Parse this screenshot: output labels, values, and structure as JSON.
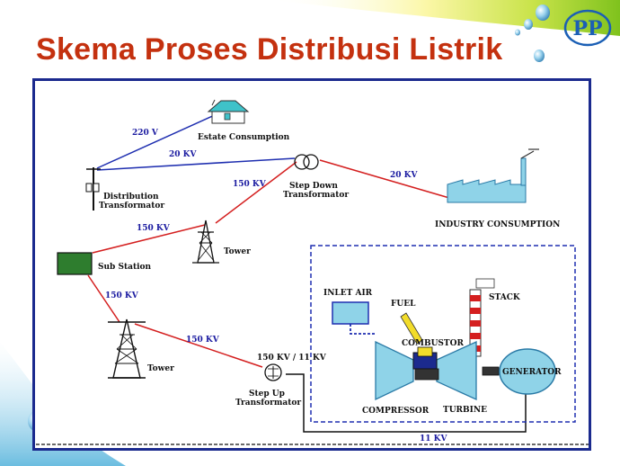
{
  "title": "Skema Proses Distribusi Listrik",
  "logo_text": "PP",
  "colors": {
    "title": "#c4310f",
    "frame": "#1b2a8e",
    "line_red": "#d41f1f",
    "line_blue": "#1f2fb0",
    "accent_green": "#a7d63a",
    "unit_fill": "#8fd3e8"
  },
  "labels": {
    "estate": "Estate Consumption",
    "distribution": [
      "Distribution",
      "Transformator"
    ],
    "step_down": [
      "Step Down",
      "Transformator"
    ],
    "industry": "INDUSTRY  CONSUMPTION",
    "tower_top": "Tower",
    "sub_station": "Sub Station",
    "tower_bottom": "Tower",
    "step_up": [
      "Step Up",
      "Transformator"
    ],
    "inlet_air": "INLET  AIR",
    "fuel": "FUEL",
    "stack": "STACK",
    "combustor": "COMBUSTOR",
    "compressor": "COMPRESSOR",
    "turbine": "TURBINE",
    "generator": "GENERATOR"
  },
  "voltages": {
    "v220": "220  V",
    "kv20_left": "20  KV",
    "kv20_right": "20  KV",
    "kv150_a": "150  KV",
    "kv150_b": "150  KV",
    "kv150_c": "150 KV",
    "kv150_d": "150 KV",
    "step_up_ratio": "150 KV / 11 KV",
    "kv11": "11  KV"
  }
}
